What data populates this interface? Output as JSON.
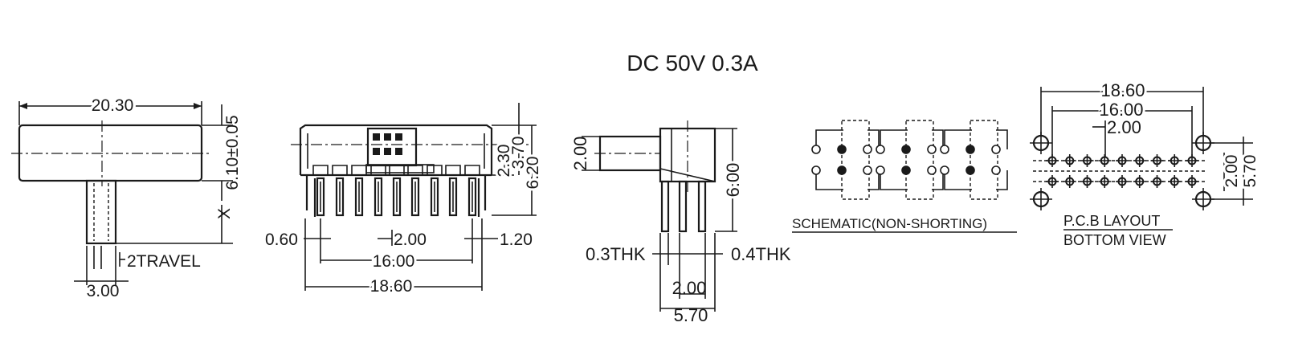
{
  "rating": "DC  50V  0.3A",
  "side_view": {
    "width": "20.30",
    "height": "6.10±0.05",
    "x_label": "X",
    "travel": "2TRAVEL",
    "knob": "3.00"
  },
  "front_view": {
    "left_gap": "0.60",
    "pitch": "2.00",
    "right_gap": "1.20",
    "span_inner": "16.00",
    "span_outer": "18.60",
    "h1": "2.30",
    "h2": "3.70",
    "h3": "6.20"
  },
  "end_view": {
    "knob_h": "2.00",
    "height": "6.00",
    "left_thk": "0.3THK",
    "right_thk": "0.4THK",
    "pitch": "2.00",
    "width": "5.70"
  },
  "schematic": {
    "caption": "SCHEMATIC(NON-SHORTING)"
  },
  "pcb": {
    "outer": "18.60",
    "inner": "16.00",
    "pitch": "2.00",
    "row_pitch": "2.00",
    "height": "5.70",
    "caption_line1": "P.C.B LAYOUT",
    "caption_line2": "BOTTOM VIEW"
  }
}
